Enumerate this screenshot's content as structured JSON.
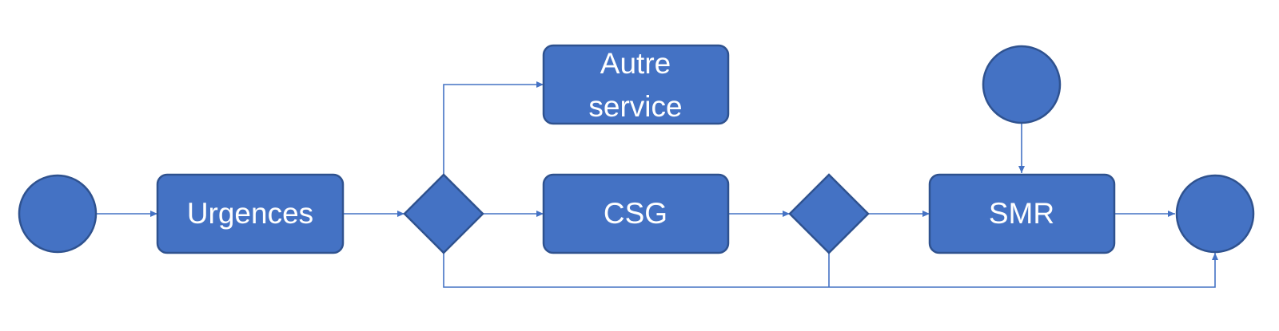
{
  "colors": {
    "node_fill": "#4472C4",
    "node_stroke": "#2F528F",
    "edge": "#4472C4",
    "label": "#FFFFFF",
    "background": "#FFFFFF"
  },
  "nodes": {
    "start": {
      "type": "circle"
    },
    "urgences": {
      "type": "rounded-rectangle",
      "label": "Urgences"
    },
    "decision_1": {
      "type": "diamond"
    },
    "autre_service": {
      "type": "rounded-rectangle",
      "label_line_1": "Autre",
      "label_line_2": "service"
    },
    "csg": {
      "type": "rounded-rectangle",
      "label": "CSG"
    },
    "decision_2": {
      "type": "diamond"
    },
    "secondary_start": {
      "type": "circle"
    },
    "smr": {
      "type": "rounded-rectangle",
      "label": "SMR"
    },
    "end": {
      "type": "circle"
    }
  },
  "edges": [
    {
      "from": "start",
      "to": "urgences"
    },
    {
      "from": "urgences",
      "to": "decision_1"
    },
    {
      "from": "decision_1",
      "to": "autre_service"
    },
    {
      "from": "decision_1",
      "to": "csg"
    },
    {
      "from": "decision_1",
      "to": "end"
    },
    {
      "from": "csg",
      "to": "decision_2"
    },
    {
      "from": "decision_2",
      "to": "smr"
    },
    {
      "from": "decision_2",
      "to": "end"
    },
    {
      "from": "secondary_start",
      "to": "smr"
    },
    {
      "from": "smr",
      "to": "end"
    }
  ]
}
